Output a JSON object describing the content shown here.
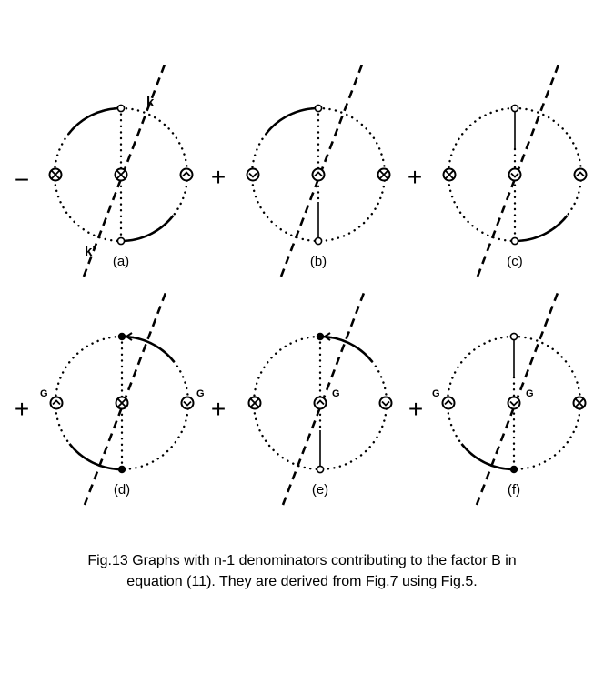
{
  "figure": {
    "caption_line1": "Fig.13  Graphs with n-1 denominators contributing to the factor B in",
    "caption_line2": "equation (11). They are derived from Fig.7 using Fig.5."
  },
  "signs": [
    "−",
    "+",
    "+",
    "+",
    "+",
    "+"
  ],
  "labels": {
    "k": "k",
    "k_prime": "k'",
    "G": "G"
  },
  "graphs": [
    {
      "label": "(a)",
      "top_vertex": "open",
      "bottom_vertex": "open",
      "vertical": "dotted",
      "arcs": [
        "top-left",
        "bottom-right"
      ],
      "left": "otimes",
      "center": "otimes",
      "right": "ominus-up",
      "g_marks": []
    },
    {
      "label": "(b)",
      "top_vertex": "open",
      "bottom_vertex": "open",
      "vertical": "dotted-solid-bottom",
      "arcs": [
        "top-left"
      ],
      "left": "ominus-down",
      "center": "ominus-up",
      "right": "otimes",
      "g_marks": []
    },
    {
      "label": "(c)",
      "top_vertex": "open",
      "bottom_vertex": "open",
      "vertical": "solid-top-dotted",
      "arcs": [
        "bottom-right"
      ],
      "left": "otimes",
      "center": "ominus-down",
      "right": "ominus-up",
      "g_marks": []
    },
    {
      "label": "(d)",
      "top_vertex": "filled",
      "bottom_vertex": "filled",
      "vertical": "dotted",
      "arcs": [
        "top-right-arrow",
        "bottom-left"
      ],
      "left": "ominus-up",
      "center": "otimes",
      "right": "ominus-down",
      "g_marks": [
        "left",
        "right"
      ]
    },
    {
      "label": "(e)",
      "top_vertex": "filled",
      "bottom_vertex": "open",
      "vertical": "dotted-solid-bottom",
      "arcs": [
        "top-right-arrow"
      ],
      "left": "otimes",
      "center": "ominus-up",
      "right": "ominus-down",
      "g_marks": [
        "center"
      ]
    },
    {
      "label": "(f)",
      "top_vertex": "open",
      "bottom_vertex": "filled",
      "vertical": "solid-top-dotted",
      "arcs": [
        "bottom-left"
      ],
      "left": "ominus-up",
      "center": "ominus-down",
      "right": "otimes",
      "g_marks": [
        "left",
        "center"
      ]
    }
  ]
}
